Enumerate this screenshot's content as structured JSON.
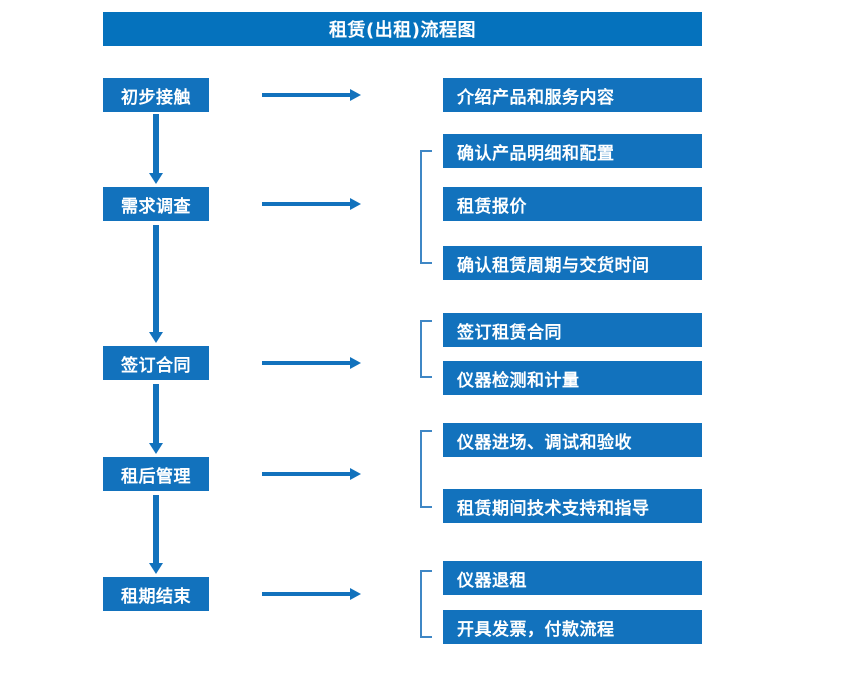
{
  "diagram": {
    "title": "租赁(出租)流程图",
    "colors": {
      "title_bar": "#0572bd",
      "box": "#1272bd",
      "arrow": "#1272bd",
      "bracket": "#3f87c5",
      "text": "#ffffff",
      "background": "#ffffff"
    },
    "stages": [
      {
        "id": "stage-1",
        "label": "初步接触",
        "details": [
          "介绍产品和服务内容"
        ]
      },
      {
        "id": "stage-2",
        "label": "需求调查",
        "details": [
          "确认产品明细和配置",
          "租赁报价",
          "确认租赁周期与交货时间"
        ]
      },
      {
        "id": "stage-3",
        "label": "签订合同",
        "details": [
          "签订租赁合同",
          "仪器检测和计量"
        ]
      },
      {
        "id": "stage-4",
        "label": "租后管理",
        "details": [
          "仪器进场、调试和验收",
          "租赁期间技术支持和指导"
        ]
      },
      {
        "id": "stage-5",
        "label": "租期结束",
        "details": [
          "仪器退租",
          "开具发票，付款流程"
        ]
      }
    ]
  }
}
